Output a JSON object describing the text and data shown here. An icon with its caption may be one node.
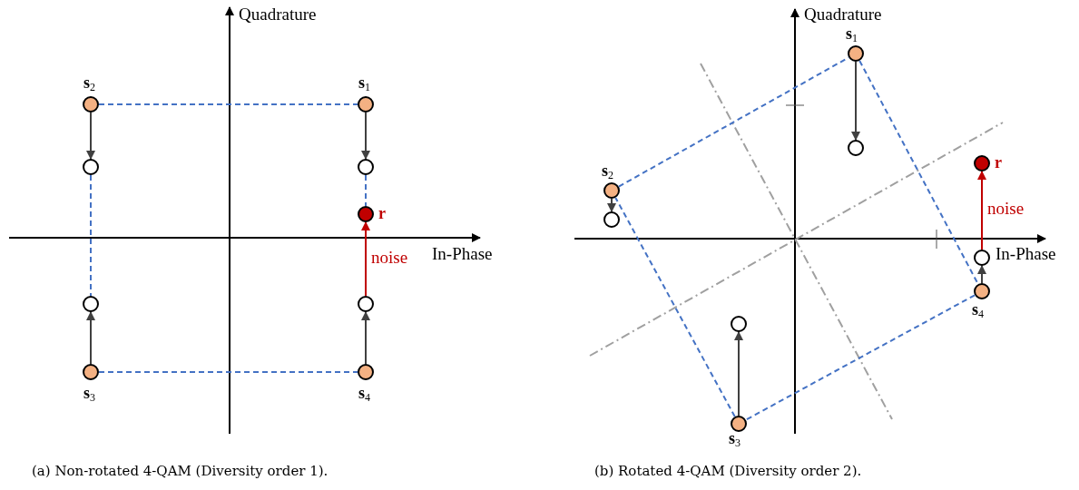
{
  "diagram": {
    "nodes": [
      {
        "text": [
          "**s**$_{1}$"
        ]
      },
      {
        "text": [
          "**s**$_{2}$"
        ]
      },
      {
        "text": [
          "**s**$_{3}$"
        ]
      },
      {
        "text": [
          "**s**$_{4}$"
        ]
      },
      {
        "text": [],
        "shape": "circle"
      },
      {
        "text": [],
        "shape": "circle"
      },
      {
        "text": [],
        "shape": "circle"
      },
      {
        "text": [],
        "shape": "circle"
      },
      {
        "text": [
          "r"
        ]
      },
      {
        "text": [
          "**s**$_{1}$"
        ]
      },
      {
        "text": [
          "**s**$_{2}$"
        ]
      },
      {
        "text": [
          "**s**$_{3}$"
        ]
      },
      {
        "text": [
          "**s**$_{4}$"
        ]
      },
      {
        "text": [],
        "shape": "circle"
      },
      {
        "text": [],
        "shape": "circle"
      },
      {
        "text": [],
        "shape": "circle"
      },
      {
        "text": [],
        "shape": "circle"
      },
      {
        "text": [
          "r"
        ]
      }
    ],
    "edges": [
      {
        "from": 0,
        "to": 4,
        "arrow": "to"
      },
      {
        "from": 1,
        "to": 5,
        "arrow": "to"
      },
      {
        "from": 2,
        "to": 6,
        "arrow": "to"
      },
      {
        "from": 3,
        "to": 7,
        "arrow": "to"
      },
      {
        "from": 7,
        "to": 8,
        "arrow": "to",
        "label": "noise",
        "color": "#c00000"
      },
      {
        "from": 1,
        "to": 0,
        "arrow": "none",
        "style": "dashed",
        "color": "#4472c4"
      },
      {
        "from": 4,
        "to": 8,
        "arrow": "none",
        "style": "dashed",
        "color": "#4472c4"
      },
      {
        "from": 5,
        "to": 6,
        "arrow": "none",
        "style": "dashed",
        "color": "#4472c4"
      },
      {
        "from": 2,
        "to": 3,
        "arrow": "none",
        "style": "dashed",
        "color": "#4472c4"
      },
      {
        "from": 9,
        "to": 13,
        "arrow": "to"
      },
      {
        "from": 10,
        "to": 14,
        "arrow": "to"
      },
      {
        "from": 11,
        "to": 15,
        "arrow": "to"
      },
      {
        "from": 12,
        "to": 16,
        "arrow": "to"
      },
      {
        "from": 16,
        "to": 17,
        "arrow": "to",
        "label": "noise",
        "color": "#c00000"
      },
      {
        "from": 10,
        "to": 9,
        "arrow": "none",
        "style": "dashed",
        "color": "#4472c4"
      },
      {
        "from": 9,
        "to": 12,
        "arrow": "none",
        "style": "dashed",
        "color": "#4472c4"
      },
      {
        "from": 12,
        "to": 11,
        "arrow": "none",
        "style": "dashed",
        "color": "#4472c4"
      },
      {
        "from": 11,
        "to": 10,
        "arrow": "none",
        "style": "dashed",
        "color": "#4472c4"
      }
    ],
    "labels": [
      "Quadrature",
      "In-Phase",
      "Quadrature",
      "In-Phase",
      "(a) Non-rotated 4-QAM (Diversity order 1).",
      "(b) Rotated 4-QAM (Diversity order 2)."
    ]
  }
}
